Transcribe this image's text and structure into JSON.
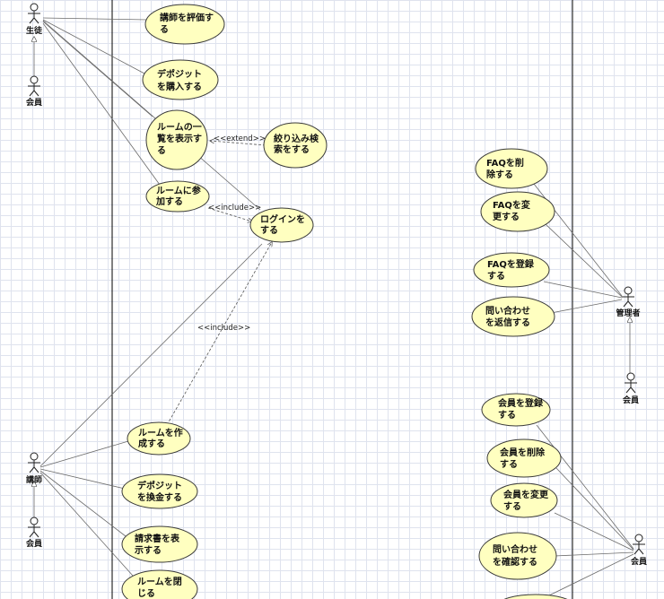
{
  "actors": {
    "student": "生徒",
    "member_student": "会員",
    "instructor": "講師",
    "member_instructor": "会員",
    "admin": "管理者",
    "member_admin": "会員",
    "member_right": "会員"
  },
  "usecases": {
    "rate_instructor": [
      "講師を評価す",
      "る"
    ],
    "buy_deposit": [
      "デポジット",
      "を購入する"
    ],
    "list_rooms": [
      "ルームの一",
      "覧を表示す",
      "る"
    ],
    "filter_search": [
      "絞り込み検",
      "索をする"
    ],
    "join_room": [
      "ルームに参",
      "加する"
    ],
    "login": [
      "ログインを",
      "する"
    ],
    "create_room": [
      "ルームを作",
      "成する"
    ],
    "exchange_deposit": [
      "デポジット",
      "を換金する"
    ],
    "show_invoice": [
      "請求書を表",
      "示する"
    ],
    "close_room": [
      "ルームを閉",
      "じる"
    ],
    "delete_faq": [
      "FAQを削",
      "除する"
    ],
    "edit_faq": [
      "FAQを変",
      "更する"
    ],
    "register_faq": [
      "FAQを登録",
      "する"
    ],
    "reply_inquiry": [
      "問い合わせ",
      "を返信する"
    ],
    "register_member": [
      "会員を登録",
      "する"
    ],
    "delete_member": [
      "会員を削除",
      "する"
    ],
    "edit_member": [
      "会員を変更",
      "する"
    ],
    "check_inquiry": [
      "問い合わせ",
      "を確認する"
    ]
  },
  "stereotypes": {
    "extend": "<<extend>>",
    "include_join": "<<include>>",
    "include_create": "<<include>>"
  },
  "colors": {
    "usecase_fill": "#ffffc0",
    "grid": "#dfe3ee",
    "line": "#6a6a6a"
  }
}
